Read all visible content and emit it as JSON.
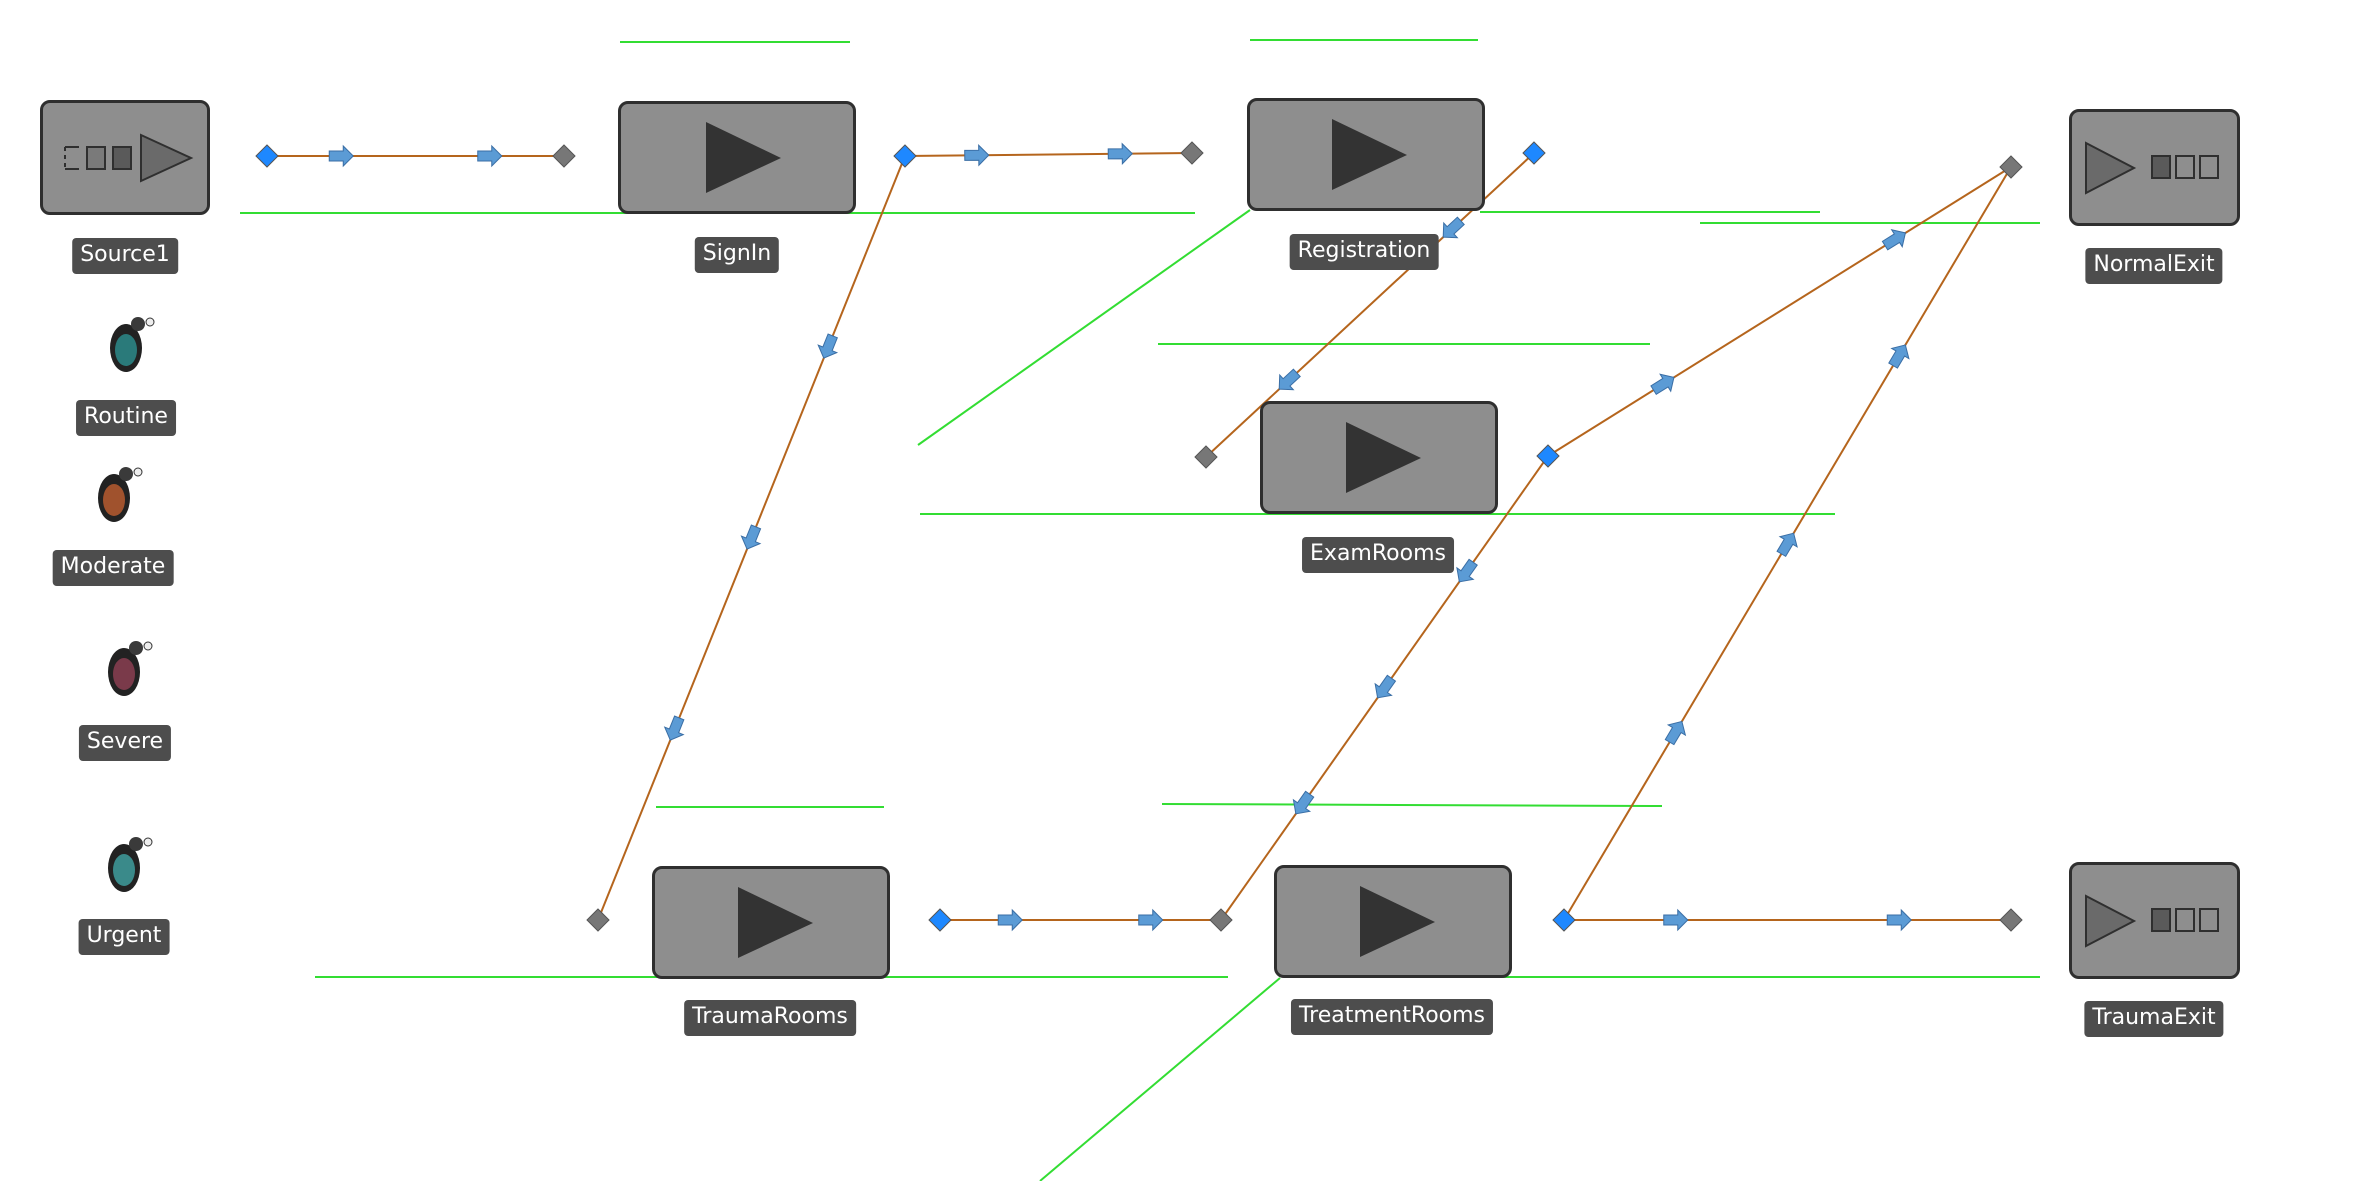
{
  "colors": {
    "canvas": "#ffffff",
    "node_fill": "#8e8e8e",
    "node_border": "#2f2f2f",
    "label_bg": "#4d4d4d",
    "label_text": "#ffffff",
    "path_line": "#b5651d",
    "input_node": "#1e88ff",
    "output_node": "#777777",
    "arrow": "#5b9bd5",
    "queue_line": "#33dd33"
  },
  "objects": {
    "source1": {
      "label": "Source1",
      "icon": "source-icon"
    },
    "signin": {
      "label": "SignIn",
      "icon": "play-icon"
    },
    "registration": {
      "label": "Registration",
      "icon": "play-icon"
    },
    "exam_rooms": {
      "label": "ExamRooms",
      "icon": "play-icon"
    },
    "trauma_rooms": {
      "label": "TraumaRooms",
      "icon": "play-icon"
    },
    "treatment_rooms": {
      "label": "TreatmentRooms",
      "icon": "play-icon"
    },
    "normal_exit": {
      "label": "NormalExit",
      "icon": "sink-icon"
    },
    "trauma_exit": {
      "label": "TraumaExit",
      "icon": "sink-icon"
    }
  },
  "entities": [
    {
      "label": "Routine",
      "icon": "patient-icon",
      "color": "#2a7a7a"
    },
    {
      "label": "Moderate",
      "icon": "patient-icon",
      "color": "#a0522d"
    },
    {
      "label": "Severe",
      "icon": "patient-icon",
      "color": "#7a3a4a"
    },
    {
      "label": "Urgent",
      "icon": "patient-icon",
      "color": "#3a8a8a"
    }
  ]
}
